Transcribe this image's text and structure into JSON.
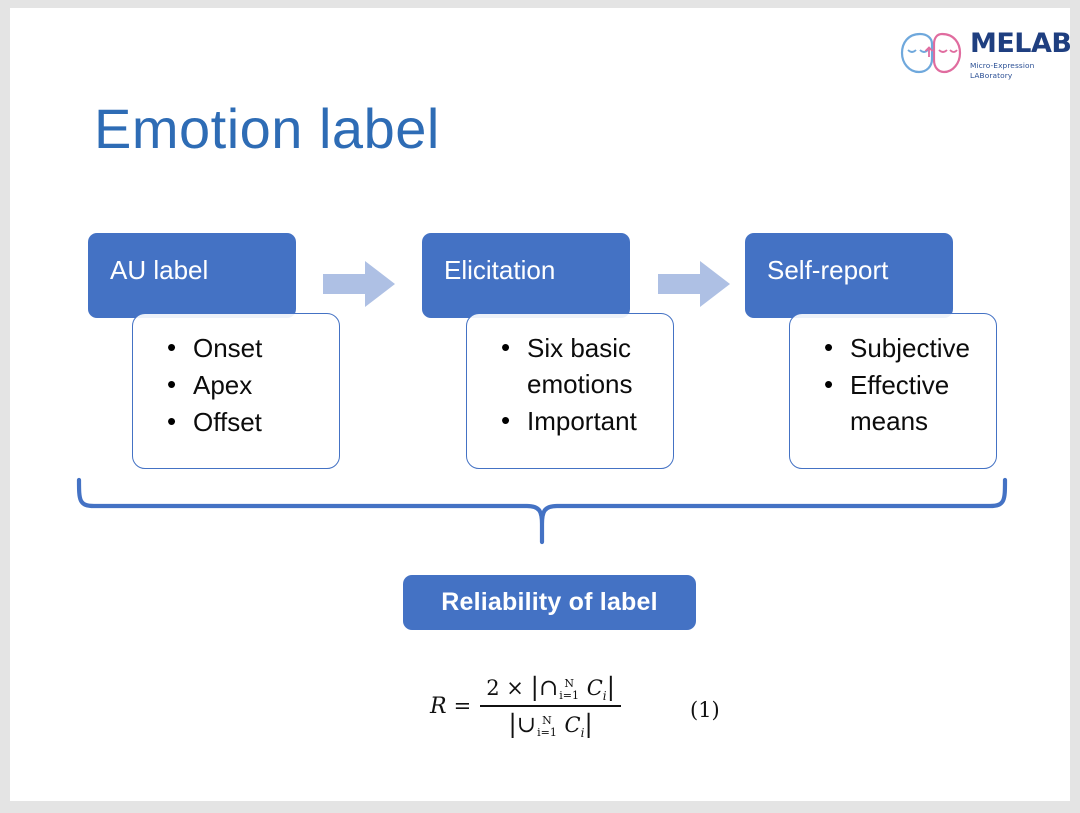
{
  "slide": {
    "title": "Emotion label",
    "accent_color": "#4472C4",
    "title_color": "#2E6CB5",
    "arrow_color": "#AEC0E4",
    "background_color": "#FFFFFF",
    "page_background_color": "#E4E4E4"
  },
  "logo": {
    "wordmark": "MELAB",
    "subtitle": "Micro-Expression LABoratory",
    "face_left_color": "#6FA8DC",
    "face_right_color": "#E06C9F"
  },
  "flow": {
    "stages": [
      {
        "header": "AU label",
        "bullets": [
          "Onset",
          "Apex",
          "Offset"
        ]
      },
      {
        "header": "Elicitation",
        "bullets": [
          "Six basic emotions",
          "Important"
        ]
      },
      {
        "header": "Self-report",
        "bullets": [
          "Subjective",
          "Effective means"
        ]
      }
    ],
    "arrows": [
      "flow-arrow-1",
      "flow-arrow-2"
    ]
  },
  "result": {
    "label": "Reliability of label"
  },
  "formula": {
    "lhs": "R",
    "equals": "=",
    "numerator": {
      "factor": "2",
      "times": "×",
      "open_bar": "|",
      "operator": "∩",
      "upper_limit": "N",
      "lower_limit": "i=1",
      "set": "C",
      "set_index": "i",
      "close_bar": "|"
    },
    "denominator": {
      "open_bar": "|",
      "operator": "∪",
      "upper_limit": "N",
      "lower_limit": "i=1",
      "set": "C",
      "set_index": "i",
      "close_bar": "|"
    },
    "equation_number": "(1)"
  }
}
